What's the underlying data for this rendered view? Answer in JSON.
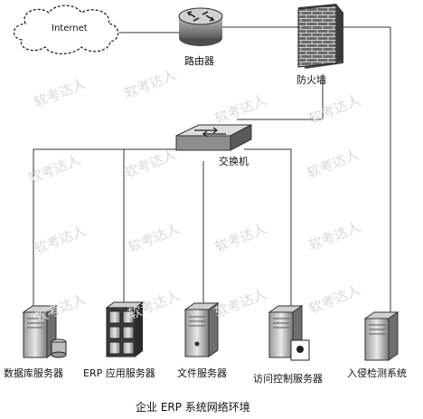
{
  "cloud": {
    "label": "Internet"
  },
  "router": {
    "label": "路由器"
  },
  "firewall": {
    "label": "防火墙"
  },
  "switch": {
    "label": "交换机"
  },
  "servers": [
    {
      "label": "数据库服务器"
    },
    {
      "label": "ERP 应用服务器"
    },
    {
      "label": "文件服务器"
    },
    {
      "label": "访问控制服务器"
    },
    {
      "label": "入侵检测系统"
    }
  ],
  "caption": "企业 ERP 系统网络环境",
  "watermark": "软考达人"
}
